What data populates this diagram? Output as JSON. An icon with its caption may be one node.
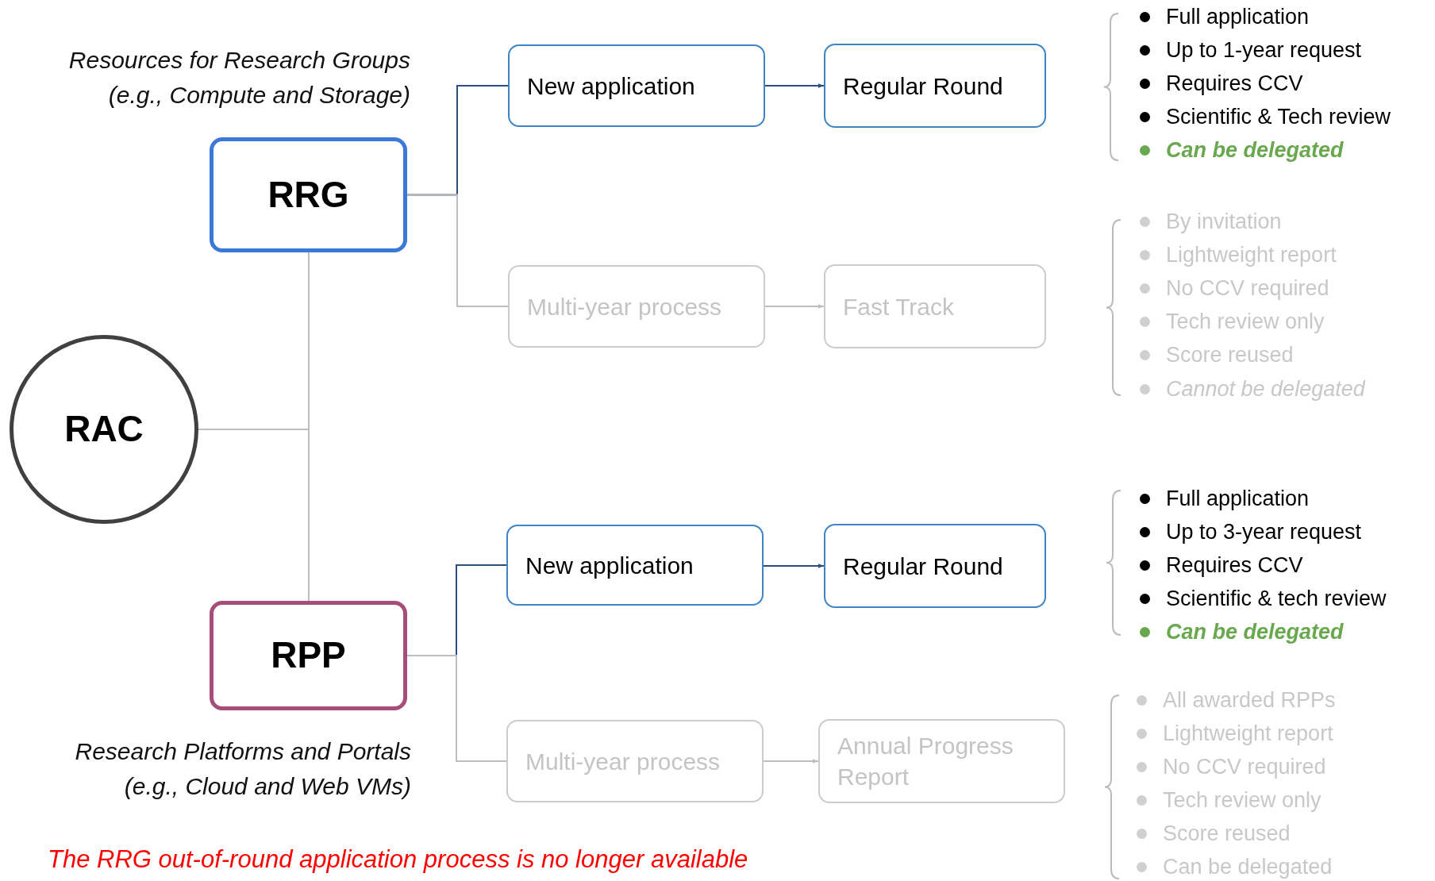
{
  "diagram": {
    "nodes": [
      {
        "text": [
          "RAC"
        ]
      },
      {
        "text": [
          "RRG"
        ],
        "beside": [
          "Resources for Research Groups",
          "(e.g., Compute and Storage)"
        ]
      },
      {
        "text": [
          "New application"
        ]
      },
      {
        "text": [
          "Regular Round"
        ]
      },
      {
        "text": [
          "Multi-year process"
        ]
      },
      {
        "text": [
          "Fast Track"
        ]
      },
      {
        "text": [
          "RPP"
        ],
        "beside": [
          "Research Platforms and Portals",
          "(e.g., Cloud and Web VMs)"
        ]
      },
      {
        "text": [
          "New application"
        ]
      },
      {
        "text": [
          "Regular Round"
        ]
      },
      {
        "text": [
          "Multi-year process"
        ]
      },
      {
        "text": [
          "Annual Progress Report"
        ]
      }
    ],
    "edges": [
      {
        "from": 0,
        "to": 1,
        "arrow": "none"
      },
      {
        "from": 0,
        "to": 6,
        "arrow": "none"
      },
      {
        "from": 1,
        "to": 2,
        "arrow": "none",
        "color": "#2b4f82"
      },
      {
        "from": 1,
        "to": 4,
        "arrow": "none"
      },
      {
        "from": 2,
        "to": 3,
        "arrow": "to",
        "color": "#2b4f82"
      },
      {
        "from": 4,
        "to": 5,
        "arrow": "to"
      },
      {
        "from": 6,
        "to": 7,
        "arrow": "none",
        "color": "#2b4f82"
      },
      {
        "from": 6,
        "to": 9,
        "arrow": "none"
      },
      {
        "from": 7,
        "to": 8,
        "arrow": "to",
        "color": "#2b4f82"
      },
      {
        "from": 9,
        "to": 10,
        "arrow": "to"
      }
    ],
    "labels": [
      "Full application",
      "Up to 1-year request",
      "Requires CCV",
      "Scientific & Tech review",
      "Can be delegated",
      "By invitation",
      "Lightweight report",
      "No CCV required",
      "Tech review only",
      "Score reused",
      "Cannot be delegated",
      "Full application",
      "Up to 3-year request",
      "Requires CCV",
      "Scientific & tech review",
      "Can be delegated",
      "All awarded RPPs",
      "Lightweight report",
      "No CCV required",
      "Tech review only",
      "Score reused",
      "Can be delegated",
      "The RRG out-of-round application process is no longer available"
    ]
  }
}
